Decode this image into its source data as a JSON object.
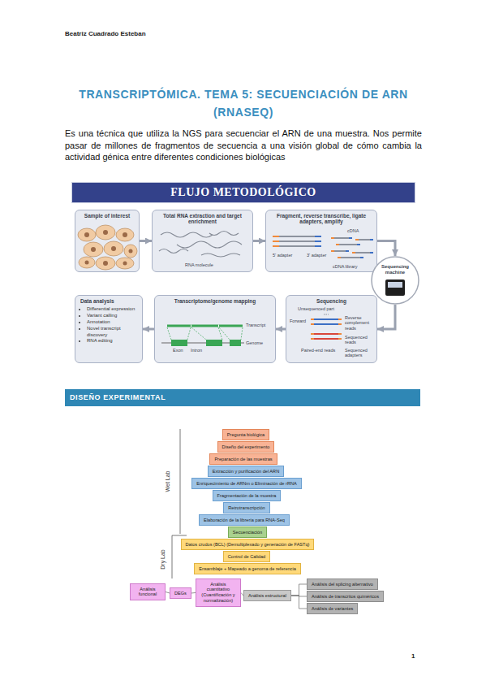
{
  "diagram": {
    "title": "TRANSCRIPTÓMICA. TEMA 5: SECUENCIACIÓN DE ARN (RNASEQ)",
    "nodes": [
      {
        "text": [
          "FLUJO METODOLÓGICO"
        ]
      },
      {
        "text": [
          "Sample of interest"
        ]
      },
      {
        "text": [
          "Total RNA extraction and target enrichment",
          "RNA molecule"
        ]
      },
      {
        "text": [
          "Fragment, reverse transcribe, ligate adapters, amplify",
          "cDNA",
          "5' adapter",
          "3' adapter",
          "cDNA library"
        ]
      },
      {
        "text": [
          "Sequencing machine"
        ]
      },
      {
        "text": [
          "Data analysis",
          "Differential expression",
          "Variant calling",
          "Annotation",
          "Novel transcript discovery",
          "RNA editing"
        ]
      },
      {
        "text": [
          "Transcriptome/genome mapping",
          "Transcript",
          "Exon",
          "Intron",
          "Genome"
        ]
      },
      {
        "text": [
          "Sequencing",
          "Unsequenced part",
          "Forward",
          "Reverse complement reads",
          "Sequenced reads",
          "Sequenced adapters",
          "Paired-end reads"
        ]
      },
      {
        "text": [
          "DISEÑO EXPERIMENTAL"
        ]
      },
      {
        "text": [
          "Pregunta biológica"
        ]
      },
      {
        "text": [
          "Diseño del experimento"
        ]
      },
      {
        "text": [
          "Preparación de las muestras"
        ]
      },
      {
        "text": [
          "Extracción y purificación del ARN"
        ]
      },
      {
        "text": [
          "Enriquecimiento de ARNm o Eliminación de rRNA"
        ]
      },
      {
        "text": [
          "Fragmentación de la muestra"
        ]
      },
      {
        "text": [
          "Retrotranscripción"
        ]
      },
      {
        "text": [
          "Elaboración de la librería para RNA-Seq"
        ]
      },
      {
        "text": [
          "Secuenciación"
        ]
      },
      {
        "text": [
          "Datos crudos (BCL) (Demultiplexado y generación de FASTq)"
        ]
      },
      {
        "text": [
          "Control de Calidad"
        ]
      },
      {
        "text": [
          "Ensamblaje + Mapeado a genoma de referencia"
        ]
      },
      {
        "text": [
          "Análisis funcional"
        ]
      },
      {
        "text": [
          "DEGs"
        ]
      },
      {
        "text": [
          "Análisis cuantitativo (Cuantificación y normalización)"
        ]
      },
      {
        "text": [
          "Análisis estructural"
        ]
      },
      {
        "text": [
          "Análisis del splicing alternativo"
        ]
      },
      {
        "text": [
          "Análisis de transcritos quiméricos"
        ]
      },
      {
        "text": [
          "Análisis de variantes"
        ]
      }
    ],
    "edges": [
      {
        "from": 1,
        "to": 2,
        "arrow": "to"
      },
      {
        "from": 2,
        "to": 3,
        "arrow": "to"
      },
      {
        "from": 3,
        "to": 4,
        "arrow": "to"
      },
      {
        "from": 4,
        "to": 7,
        "arrow": "to"
      },
      {
        "from": 7,
        "to": 6,
        "arrow": "to"
      },
      {
        "from": 6,
        "to": 5,
        "arrow": "to"
      },
      {
        "from": 23,
        "to": 22,
        "arrow": "none"
      },
      {
        "from": 22,
        "to": 21,
        "arrow": "none"
      },
      {
        "from": 23,
        "to": 24,
        "arrow": "none"
      },
      {
        "from": 24,
        "to": 25,
        "arrow": "none"
      },
      {
        "from": 24,
        "to": 26,
        "arrow": "none"
      },
      {
        "from": 24,
        "to": 27,
        "arrow": "none"
      }
    ],
    "labels": [
      "Beatriz Cuadrado Esteban",
      "Es una técnica que utiliza la NGS para secuenciar el ARN de una muestra. Nos permite pasar de millones de fragmentos de secuencia a una visión global de cómo cambia la actividad génica entre diferentes condiciones biológicas",
      "Wet Lab",
      "Dry Lab",
      "1"
    ]
  }
}
